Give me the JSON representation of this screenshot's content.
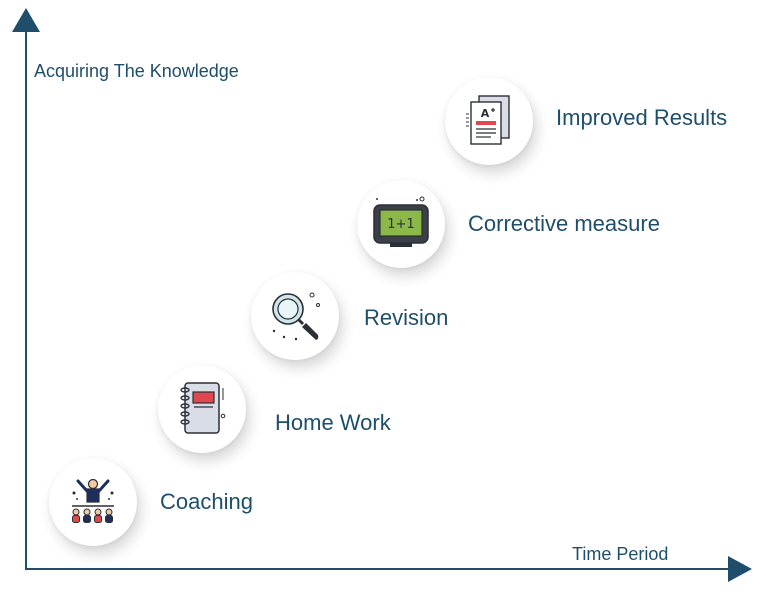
{
  "axes": {
    "y_label": "Acquiring The Knowledge",
    "x_label": "Time Period"
  },
  "steps": [
    {
      "label": "Coaching",
      "icon": "coach-audience-icon"
    },
    {
      "label": "Home Work",
      "icon": "notebook-icon"
    },
    {
      "label": "Revision",
      "icon": "magnifier-icon"
    },
    {
      "label": "Corrective measure",
      "icon": "chalkboard-icon"
    },
    {
      "label": "Improved Results",
      "icon": "graded-paper-icon"
    }
  ],
  "icon_board_text": "1+1",
  "icon_grade_text": "A",
  "colors": {
    "primary": "#1f4e6b",
    "icon_navy": "#1e2f5c",
    "icon_outline": "#2b2f36",
    "accent_red": "#e0484d",
    "board_green": "#8cb84a",
    "lens_blue": "#cfe6ea",
    "icon_grey": "#d9dde6"
  }
}
